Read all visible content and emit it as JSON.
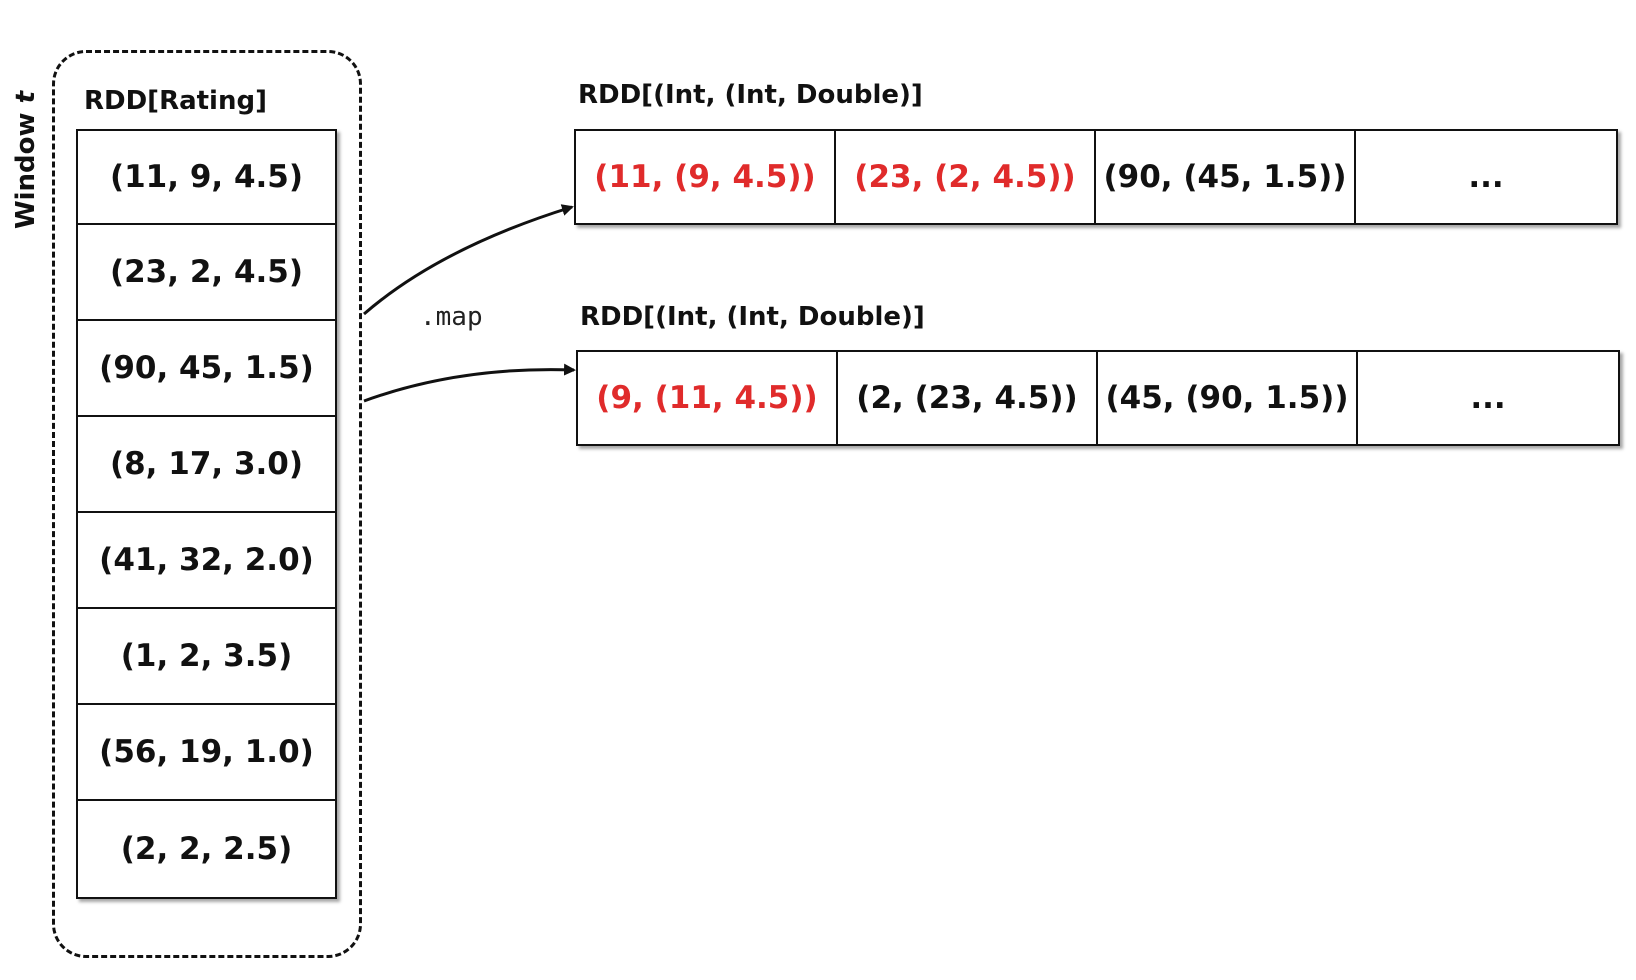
{
  "window": {
    "label": "Window",
    "label_var": "t"
  },
  "source": {
    "title": "RDD[Rating]",
    "items": [
      "(11, 9, 4.5)",
      "(23, 2, 4.5)",
      "(90, 45, 1.5)",
      "(8, 17, 3.0)",
      "(41, 32, 2.0)",
      "(1, 2, 3.5)",
      "(56, 19, 1.0)",
      "(2, 2, 2.5)"
    ]
  },
  "transform": {
    "label": ".map"
  },
  "targets": [
    {
      "title": "RDD[(Int, (Int, Double)]",
      "cells": [
        {
          "text": "(11, (9, 4.5))",
          "highlight": true
        },
        {
          "text": "(23, (2, 4.5))",
          "highlight": true
        },
        {
          "text": "(90, (45, 1.5))",
          "highlight": false
        },
        {
          "text": "...",
          "highlight": false
        }
      ]
    },
    {
      "title": "RDD[(Int, (Int, Double)]",
      "cells": [
        {
          "text": "(9, (11, 4.5))",
          "highlight": true
        },
        {
          "text": "(2, (23, 4.5))",
          "highlight": false
        },
        {
          "text": "(45, (90, 1.5))",
          "highlight": false
        },
        {
          "text": "...",
          "highlight": false
        }
      ]
    }
  ],
  "colors": {
    "highlight": "#e02b2b",
    "text": "#111111",
    "border": "#111111"
  }
}
